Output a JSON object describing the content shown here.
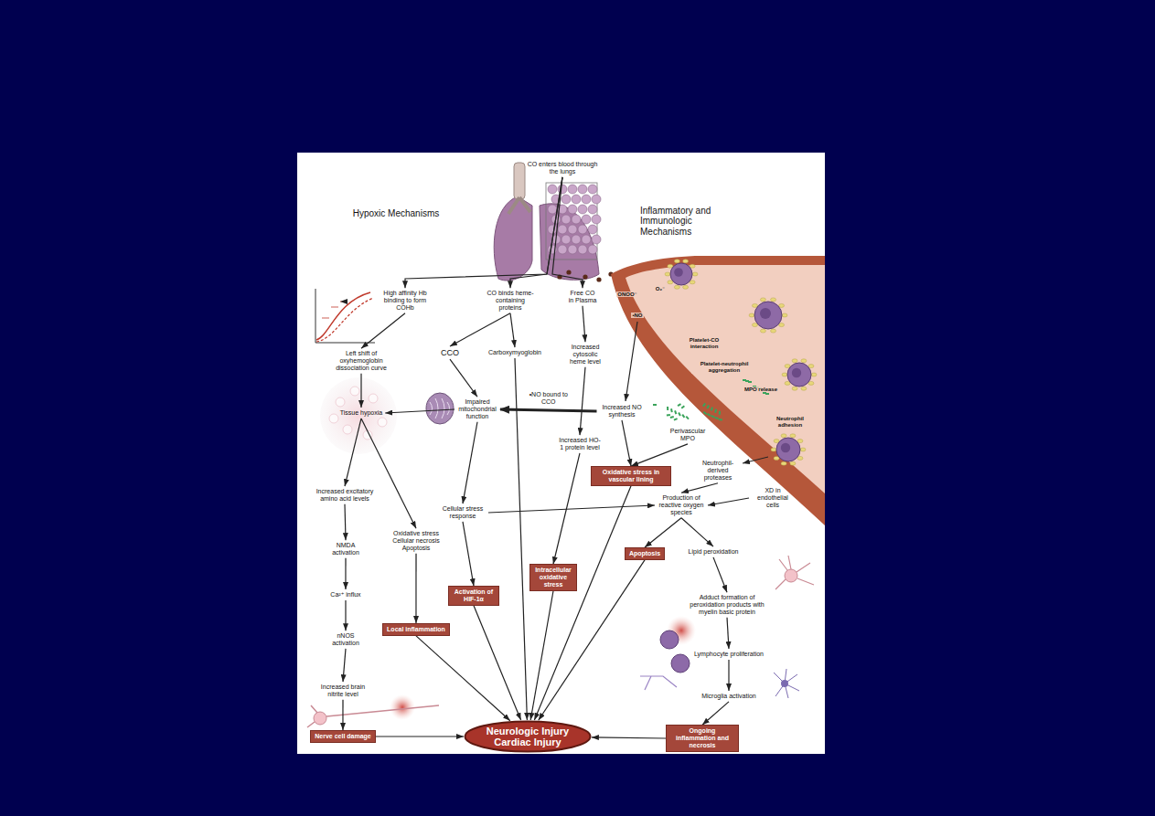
{
  "diagram": {
    "nodes": [
      {
        "text": [
          "CO enters blood through the lungs"
        ]
      },
      {
        "text": [
          "High affinity Hb binding to form COHb"
        ]
      },
      {
        "text": [
          "CO binds heme-containing proteins"
        ]
      },
      {
        "text": [
          "Free CO in Plasma"
        ]
      },
      {
        "text": [
          "Left shift of oxyhemoglobin dissociation curve"
        ]
      },
      {
        "text": [
          "CCO"
        ]
      },
      {
        "text": [
          "Carboxymyoglobin"
        ]
      },
      {
        "text": [
          "Increased cytosolic heme level"
        ]
      },
      {
        "text": [
          "Tissue hypoxia"
        ]
      },
      {
        "text": [
          "Impaired mitochondrial function"
        ]
      },
      {
        "text": [
          "Increased NO synthesis"
        ]
      },
      {
        "text": [
          "Perivascular MPO"
        ]
      },
      {
        "text": [
          "Increased HO-1 protein level"
        ]
      },
      {
        "text": [
          "Oxidative stress in vascular lining"
        ]
      },
      {
        "text": [
          "Neutrophil-derived proteases"
        ]
      },
      {
        "text": [
          "Increased excitatory amino acid levels"
        ]
      },
      {
        "text": [
          "Cellular stress response"
        ]
      },
      {
        "text": [
          "Production of reactive oxygen species"
        ]
      },
      {
        "text": [
          "XD in endothelial cells"
        ]
      },
      {
        "text": [
          "Oxidative stress Cellular necrosis Apoptosis"
        ]
      },
      {
        "text": [
          "NMDA activation"
        ]
      },
      {
        "text": [
          "Apoptosis"
        ]
      },
      {
        "text": [
          "Lipid peroxidation"
        ]
      },
      {
        "text": [
          "Intracellular oxidative stress"
        ]
      },
      {
        "text": [
          "Activation of HIF-1α"
        ]
      },
      {
        "text": [
          "Ca²⁺ influx"
        ]
      },
      {
        "text": [
          "Adduct formation of peroxidation products with myelin basic protein"
        ]
      },
      {
        "text": [
          "Local inflammation"
        ]
      },
      {
        "text": [
          "nNOS activation"
        ]
      },
      {
        "text": [
          "Lymphocyte proliferation"
        ]
      },
      {
        "text": [
          "Increased brain nitrite level"
        ]
      },
      {
        "text": [
          "Microglia activation"
        ]
      },
      {
        "text": [
          "Nerve cell damage"
        ]
      },
      {
        "text": [
          "Neurologic Injury Cardiac Injury"
        ]
      },
      {
        "text": [
          "Ongoing inflammation and necrosis"
        ]
      }
    ],
    "edges": [
      {
        "from": 0,
        "to": 1,
        "arrow": "to"
      },
      {
        "from": 0,
        "to": 2,
        "arrow": "to"
      },
      {
        "from": 0,
        "to": 3,
        "arrow": "to"
      },
      {
        "from": 1,
        "to": 4,
        "arrow": "to"
      },
      {
        "from": 4,
        "to": 8,
        "arrow": "to"
      },
      {
        "from": 2,
        "to": 5,
        "arrow": "to"
      },
      {
        "from": 2,
        "to": 6,
        "arrow": "to"
      },
      {
        "from": 5,
        "to": 9,
        "arrow": "to"
      },
      {
        "from": 9,
        "to": 8,
        "arrow": "to"
      },
      {
        "from": 10,
        "to": 9,
        "label": "•NO bound to CCO",
        "arrow": "to"
      },
      {
        "from": 6,
        "to": 33,
        "arrow": "to"
      },
      {
        "from": 3,
        "to": 7,
        "arrow": "to"
      },
      {
        "from": 7,
        "to": 12,
        "arrow": "to"
      },
      {
        "from": 12,
        "to": 23,
        "arrow": "to"
      },
      {
        "from": 23,
        "to": 33,
        "arrow": "to"
      },
      {
        "from": 10,
        "to": 13,
        "arrow": "to"
      },
      {
        "from": 11,
        "to": 13,
        "arrow": "to"
      },
      {
        "from": 13,
        "to": 33,
        "arrow": "to"
      },
      {
        "from": 9,
        "to": 16,
        "arrow": "to"
      },
      {
        "from": 16,
        "to": 24,
        "arrow": "to"
      },
      {
        "from": 16,
        "to": 17,
        "arrow": "to"
      },
      {
        "from": 24,
        "to": 33,
        "arrow": "to"
      },
      {
        "from": 8,
        "to": 15,
        "arrow": "to"
      },
      {
        "from": 8,
        "to": 19,
        "arrow": "to"
      },
      {
        "from": 15,
        "to": 20,
        "arrow": "to"
      },
      {
        "from": 20,
        "to": 25,
        "arrow": "to"
      },
      {
        "from": 25,
        "to": 28,
        "arrow": "to"
      },
      {
        "from": 28,
        "to": 30,
        "arrow": "to"
      },
      {
        "from": 30,
        "to": 32,
        "arrow": "to"
      },
      {
        "from": 32,
        "to": 33,
        "arrow": "to"
      },
      {
        "from": 19,
        "to": 27,
        "arrow": "to"
      },
      {
        "from": 27,
        "to": 33,
        "arrow": "to"
      },
      {
        "from": 14,
        "to": 17,
        "arrow": "to"
      },
      {
        "from": 18,
        "to": 17,
        "arrow": "to"
      },
      {
        "from": 17,
        "to": 21,
        "arrow": "to"
      },
      {
        "from": 17,
        "to": 22,
        "arrow": "to"
      },
      {
        "from": 21,
        "to": 33,
        "arrow": "to"
      },
      {
        "from": 22,
        "to": 26,
        "arrow": "to"
      },
      {
        "from": 26,
        "to": 29,
        "arrow": "to"
      },
      {
        "from": 29,
        "to": 31,
        "arrow": "to"
      },
      {
        "from": 31,
        "to": 34,
        "arrow": "to"
      },
      {
        "from": 34,
        "to": 33,
        "arrow": "to"
      }
    ],
    "labels": [
      "Hypoxic Mechanisms",
      "Inflammatory and Immunologic Mechanisms",
      "ONOO⁻",
      "O₂⁻",
      "•NO",
      "Platelet-CO interaction",
      "Platelet-neutrophil aggregation",
      "MPO release",
      "Neutrophil adhesion"
    ]
  }
}
